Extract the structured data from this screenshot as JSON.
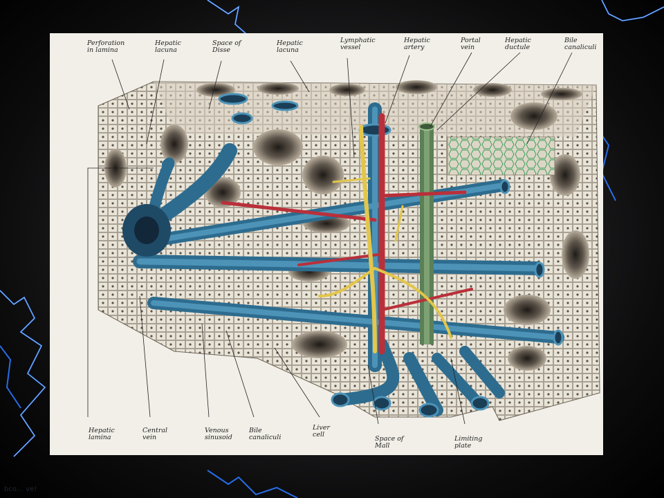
{
  "labels": [
    "Perforation\nin lamina",
    "Hepatic\nlacuna",
    "Space of\nDisse",
    "Hepatic\nlacuna",
    "Lymphatic\nvessel",
    "Hepatic\nartery",
    "Portal\nvein",
    "Hepatic\nductule",
    "Bile\ncanaliculi",
    "Hepatic\nlamina",
    "Central\nvein",
    "Venous\nsinusoid",
    "Bile\ncanaliculi",
    "Liver\ncell",
    "Space of\nMall",
    "Limiting\nplate"
  ],
  "footer_text": "bco… ve!",
  "colors": {
    "background": "#000000",
    "plate": "#f1efe8",
    "vein": "#2d6c8f",
    "artery": "#b9303a",
    "lymphatic": "#e3c64a",
    "bile_duct": "#5b7f56",
    "lightning": "#2a78ff"
  }
}
